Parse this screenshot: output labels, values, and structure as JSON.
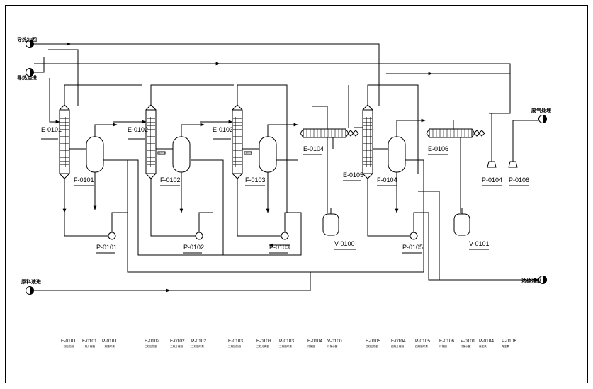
{
  "streams": {
    "oil_return": "导热油回",
    "oil_supply": "导热油进",
    "feed_in": "原料液进",
    "vent": "废气处理",
    "product_out": "浓缩液出"
  },
  "equipment": {
    "e0101": "E-0101",
    "f0101": "F-0101",
    "p0101": "P-0101",
    "e0102": "E-0102",
    "f0102": "F-0102",
    "p0102": "P-0102",
    "e0103": "E-0103",
    "f0103": "F-0103",
    "p0103": "P-0103",
    "e0104": "E-0104",
    "v0100": "V-0100",
    "e0105": "E-0105",
    "f0104": "F-0104",
    "p0105": "P-0105",
    "e0106": "E-0106",
    "v0101": "V-0101",
    "p0104": "P-0104",
    "p0106": "P-0106"
  },
  "legend": [
    {
      "tag": "E-0101",
      "desc": "一效加热器"
    },
    {
      "tag": "F-0101",
      "desc": "一效分离器"
    },
    {
      "tag": "P-0101",
      "desc": "一效循环泵"
    },
    {
      "tag": "E-0102",
      "desc": "二效加热器"
    },
    {
      "tag": "F-0102",
      "desc": "二效分离器"
    },
    {
      "tag": "P-0102",
      "desc": "二效循环泵"
    },
    {
      "tag": "E-0103",
      "desc": "三效加热器"
    },
    {
      "tag": "F-0103",
      "desc": "三效分离器"
    },
    {
      "tag": "P-0103",
      "desc": "三效循环泵"
    },
    {
      "tag": "E-0104",
      "desc": "冷凝器"
    },
    {
      "tag": "V-0100",
      "desc": "冷凝水罐"
    },
    {
      "tag": "E-0105",
      "desc": "四效加热器"
    },
    {
      "tag": "F-0104",
      "desc": "四效分离器"
    },
    {
      "tag": "P-0105",
      "desc": "四效循环泵"
    },
    {
      "tag": "E-0106",
      "desc": "冷凝器"
    },
    {
      "tag": "V-0101",
      "desc": "冷凝水罐"
    },
    {
      "tag": "P-0104",
      "desc": "真空泵"
    },
    {
      "tag": "P-0106",
      "desc": "真空泵"
    }
  ],
  "gauge_mark": "液位计"
}
